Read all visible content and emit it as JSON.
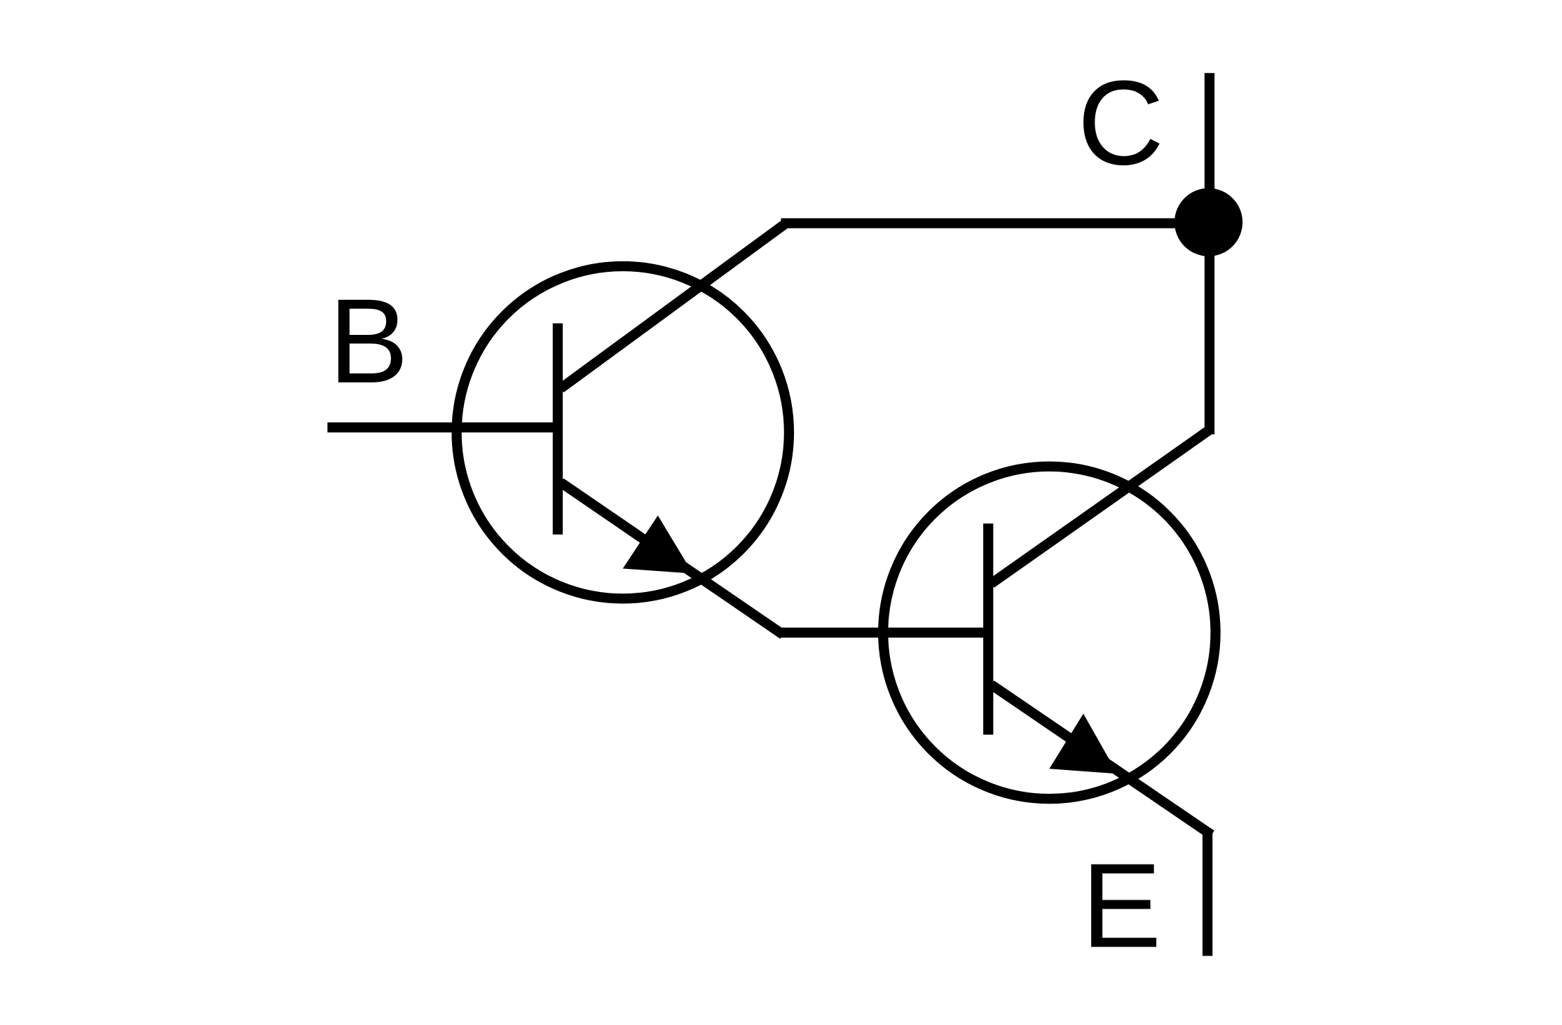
{
  "diagram": {
    "terminals": {
      "base": "B",
      "collector": "C",
      "emitter": "E"
    },
    "stroke_color": "#000000",
    "background_color": "#ffffff"
  }
}
